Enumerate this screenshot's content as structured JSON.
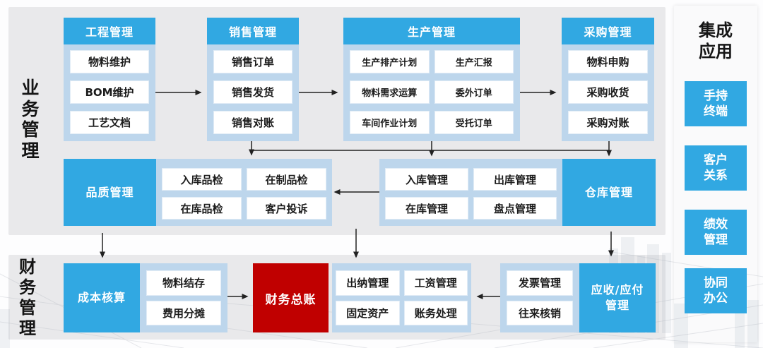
{
  "colors": {
    "accent_blue": "#31a8e2",
    "container_blue": "#bdd6ec",
    "alert_red": "#c00000",
    "panel_gray": "#e9e9eb",
    "arrow_black": "#222222"
  },
  "sections": {
    "business_label": "业\n务\n管\n理",
    "finance_label": "财\n务\n管\n理"
  },
  "top_groups": [
    {
      "title": "工程管理",
      "items": [
        "物料维护",
        "BOM维护",
        "工艺文档"
      ]
    },
    {
      "title": "销售管理",
      "items": [
        "销售订单",
        "销售发货",
        "销售对账"
      ]
    },
    {
      "title": "生产管理",
      "items": [
        "生产排产计划",
        "生产汇报",
        "物料需求运算",
        "委外订单",
        "车间作业计划",
        "受托订单"
      ]
    },
    {
      "title": "采购管理",
      "items": [
        "物料申购",
        "采购收货",
        "采购对账"
      ]
    }
  ],
  "middle_groups": [
    {
      "title": "品质管理",
      "items": [
        "入库品检",
        "在制品检",
        "在库品检",
        "客户投诉"
      ]
    },
    {
      "title": "仓库管理",
      "items": [
        "入库管理",
        "出库管理",
        "在库管理",
        "盘点管理"
      ]
    }
  ],
  "bottom_groups": [
    {
      "title": "成本核算",
      "items": [
        "物料结存",
        "费用分摊"
      ]
    },
    {
      "title": "财务总账"
    },
    {
      "items": [
        "出纳管理",
        "工资管理",
        "固定资产",
        "账务处理"
      ]
    },
    {
      "title": "应收/应付\n管理",
      "items": [
        "发票管理",
        "往来核销"
      ]
    }
  ],
  "right_panel": {
    "title": "集成\n应用",
    "items": [
      "手持\n终端",
      "客户\n关系",
      "绩效\n管理",
      "协同\n办公"
    ]
  }
}
